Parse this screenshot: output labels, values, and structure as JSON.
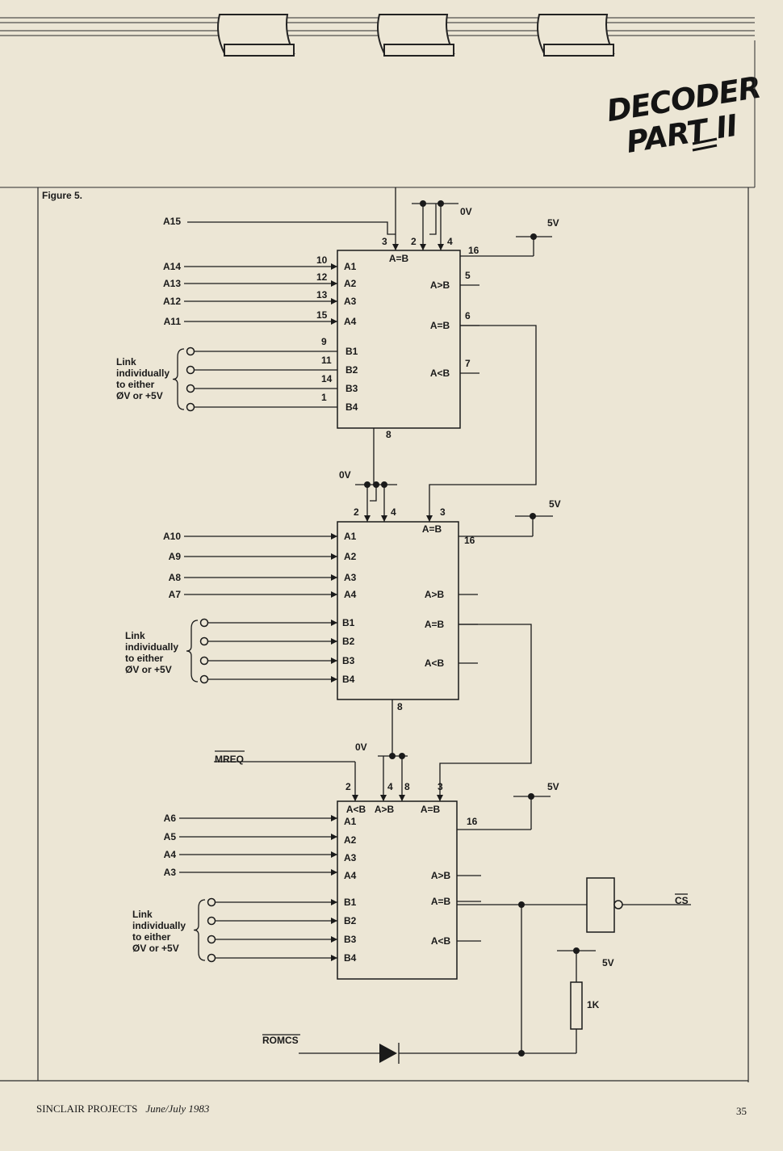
{
  "header": {
    "title_line1": "DECODER",
    "title_line2": "PART II"
  },
  "figure_label": "Figure 5.",
  "rails": {
    "zero_v": "0V",
    "five_v": "5V"
  },
  "link_note": [
    "Link",
    "individually",
    "to either",
    "ØV or +5V"
  ],
  "comparators": [
    {
      "inputs_a": [
        {
          "signal": "A15",
          "pin": "",
          "port": ""
        },
        {
          "signal": "A14",
          "pin": "10",
          "port": "A1"
        },
        {
          "signal": "A13",
          "pin": "12",
          "port": "A2"
        },
        {
          "signal": "A12",
          "pin": "13",
          "port": "A3"
        },
        {
          "signal": "A11",
          "pin": "15",
          "port": "A4"
        }
      ],
      "inputs_b": [
        {
          "pin": "9",
          "port": "B1"
        },
        {
          "pin": "11",
          "port": "B2"
        },
        {
          "pin": "14",
          "port": "B3"
        },
        {
          "pin": "1",
          "port": "B4"
        }
      ],
      "top_pins": [
        "3",
        "2",
        "4"
      ],
      "top_label": "A=B",
      "vcc_pin": "16",
      "outputs": [
        {
          "label": "A>B",
          "pin": "5"
        },
        {
          "label": "A=B",
          "pin": "6"
        },
        {
          "label": "A<B",
          "pin": "7"
        }
      ],
      "gnd_pin": "8"
    },
    {
      "inputs_a": [
        {
          "signal": "A10",
          "port": "A1"
        },
        {
          "signal": "A9",
          "port": "A2"
        },
        {
          "signal": "A8",
          "port": "A3"
        },
        {
          "signal": "A7",
          "port": "A4"
        }
      ],
      "inputs_b": [
        "B1",
        "B2",
        "B3",
        "B4"
      ],
      "top_pins": [
        "2",
        "4",
        "3"
      ],
      "top_label": "A=B",
      "vcc_pin": "16",
      "outputs": [
        "A>B",
        "A=B",
        "A<B"
      ],
      "gnd_pin": "8"
    },
    {
      "inputs_a": [
        {
          "signal": "A6",
          "port": "A1"
        },
        {
          "signal": "A5",
          "port": "A2"
        },
        {
          "signal": "A4",
          "port": "A3"
        },
        {
          "signal": "A3",
          "port": "A4"
        }
      ],
      "inputs_b": [
        "B1",
        "B2",
        "B3",
        "B4"
      ],
      "top_pins": [
        "2",
        "4",
        "8",
        "3"
      ],
      "top_labels": [
        "A<B",
        "A>B",
        "A=B"
      ],
      "vcc_pin": "16",
      "outputs": [
        "A>B",
        "A=B",
        "A<B"
      ]
    }
  ],
  "signals": {
    "mreq": "MREQ",
    "romcs": "ROMCS",
    "cs": "CS",
    "resistor": "1K"
  },
  "footer": {
    "publication": "SINCLAIR PROJECTS",
    "date": "June/July 1983",
    "page_number": "35"
  }
}
